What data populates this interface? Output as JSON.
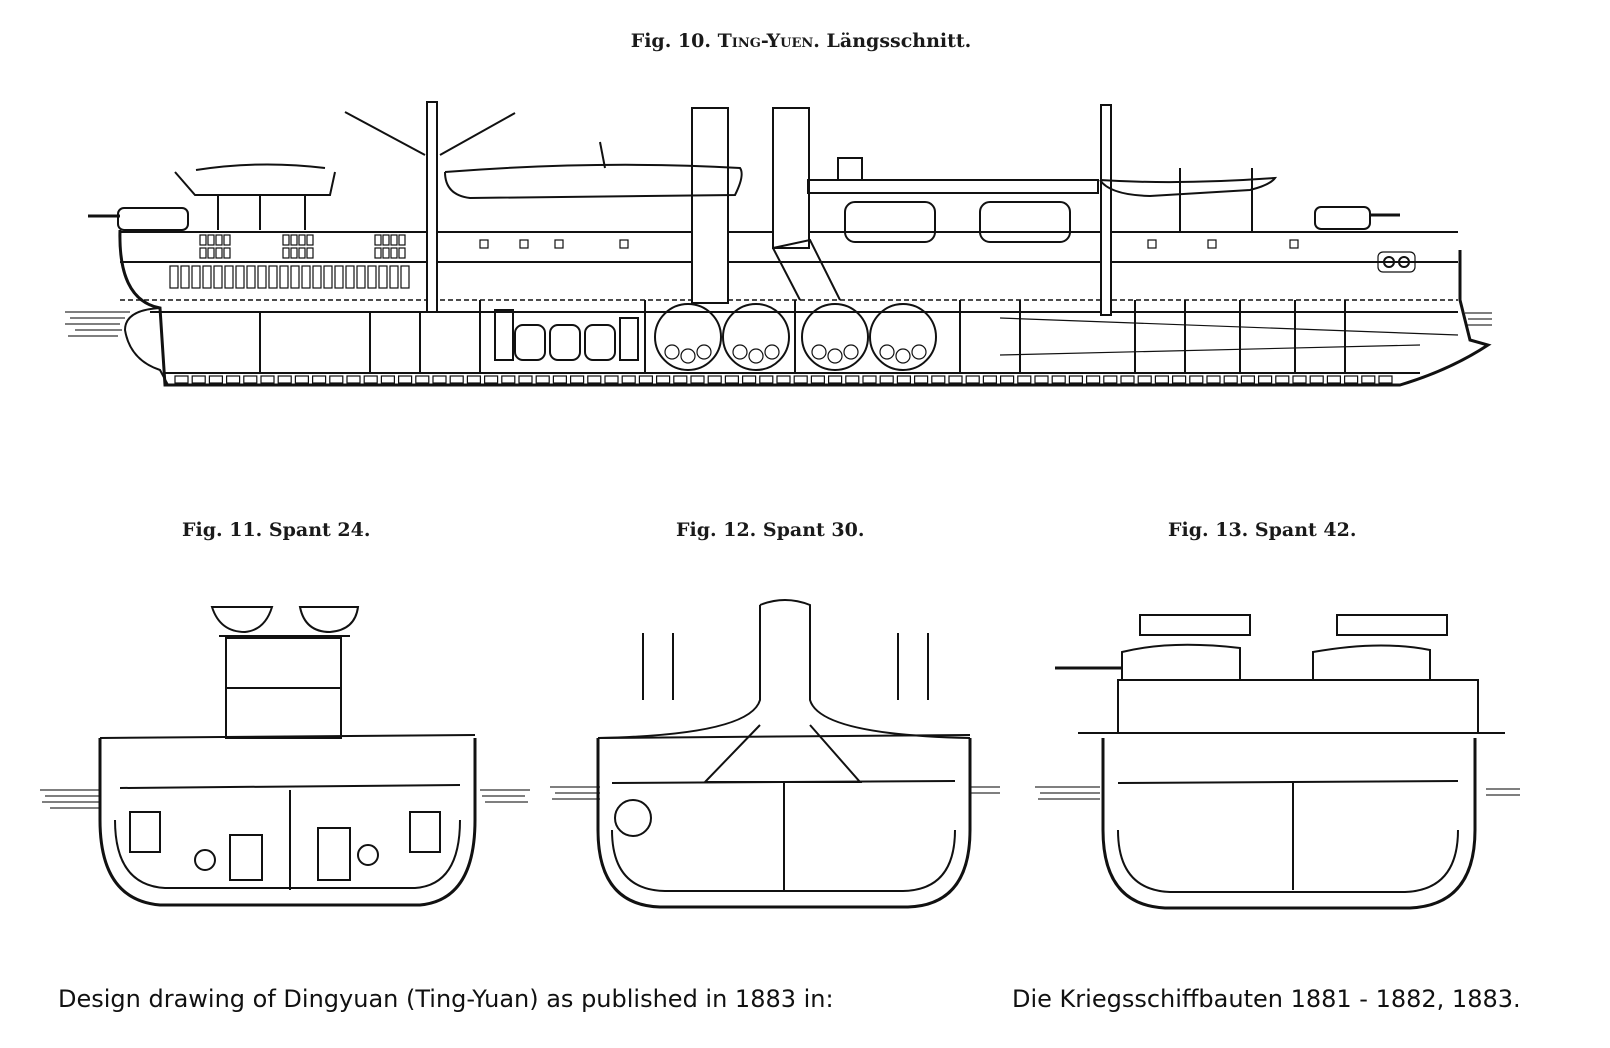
{
  "figures": {
    "fig10": {
      "number": "Fig. 10.",
      "ship_name": "Ting-Yuen.",
      "subtitle": "Längsschnitt.",
      "view": "longitudinal-section"
    },
    "fig11": {
      "title": "Fig. 11. Spant 24.",
      "view": "cross-section-engine-room"
    },
    "fig12": {
      "title": "Fig. 12. Spant 30.",
      "view": "cross-section-boiler-room"
    },
    "fig13": {
      "title": "Fig. 13. Spant 42.",
      "view": "cross-section-turret"
    }
  },
  "caption": {
    "left": "Design drawing of Dingyuan (Ting-Yuan) as published in 1883 in:",
    "right": "Die Kriegsschiffbauten 1881 - 1882, 1883."
  }
}
